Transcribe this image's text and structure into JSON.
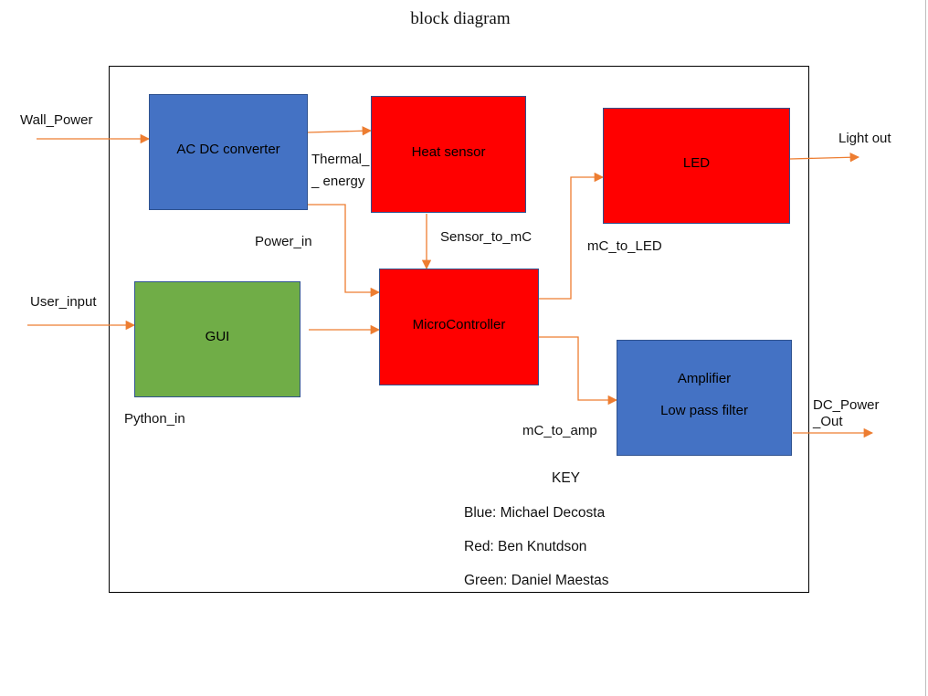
{
  "title": "block diagram",
  "blocks": {
    "ac_dc": "AC DC converter",
    "heat_sensor": "Heat sensor",
    "led": "LED",
    "gui": "GUI",
    "micro": "MicroController",
    "amp_line1": "Amplifier",
    "amp_line2": "Low pass filter"
  },
  "signals": {
    "wall_power": "Wall_Power",
    "thermal_line1": "Thermal_",
    "thermal_line2": "_ energy",
    "power_in": "Power_in",
    "sensor_to_mc": "Sensor_to_mC",
    "mc_to_led": "mC_to_LED",
    "light_out": "Light out",
    "user_input": "User_input",
    "python_in": "Python_in",
    "mc_to_amp": "mC_to_amp",
    "dc_power_line1": "DC_Power",
    "dc_power_line2": "_Out"
  },
  "key": {
    "title": "KEY",
    "items": [
      "Blue: Michael Decosta",
      "Red: Ben Knutdson",
      "Green: Daniel Maestas"
    ]
  },
  "colors": {
    "blue": "#4472c4",
    "red": "#ff0000",
    "green": "#70ad47",
    "wire": "#ed7d31"
  }
}
